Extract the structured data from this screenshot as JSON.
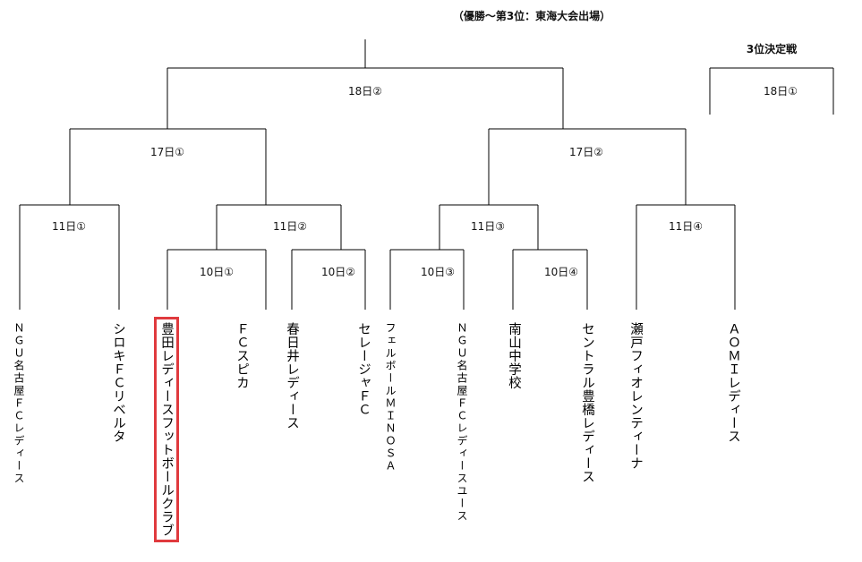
{
  "header": {
    "qualification_note": "（優勝〜第3位：東海大会出場）",
    "third_place_title": "3位決定戦"
  },
  "rounds": {
    "final": "18日②",
    "third_place": "18日①",
    "semi_1": "17日①",
    "semi_2": "17日②",
    "qf_1": "11日①",
    "qf_2": "11日②",
    "qf_3": "11日③",
    "qf_4": "11日④",
    "r1_1": "10日①",
    "r1_2": "10日②",
    "r1_3": "10日③",
    "r1_4": "10日④"
  },
  "teams": [
    "ＮＧＵ名古屋ＦＣレディース",
    "シロキＦＣリベルタ",
    "豊田レディースフットボールクラブ",
    "ＦＣスピカ",
    "春日井レディース",
    "セレージャＦＣ",
    "フェルボールＭＩＮＯＳＡ",
    "ＮＧＵ名古屋ＦＣレディースユース",
    "南山中学校",
    "セントラル豊橋レディース",
    "瀬戸フィオレンティーナ",
    "ＡＯＭＩレディース"
  ],
  "highlight": {
    "team_index": 2,
    "color": "#e03a3e"
  },
  "colors": {
    "line": "#000000",
    "text": "#111111"
  }
}
